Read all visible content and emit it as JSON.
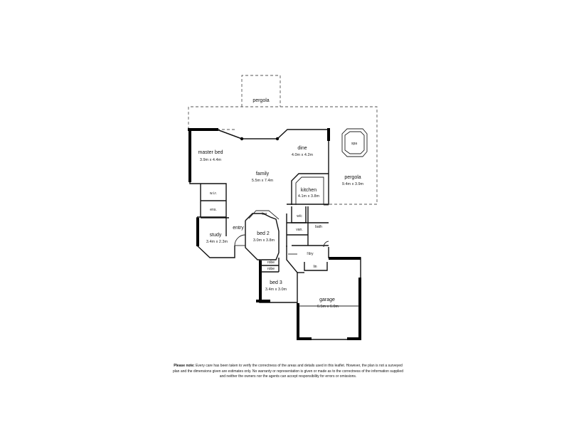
{
  "rooms": {
    "pergola_top": {
      "name": "pergola"
    },
    "pergola_right": {
      "name": "pergola",
      "dims": "9.4m x 3.9m"
    },
    "spa": {
      "name": "spa"
    },
    "master_bed": {
      "name": "master bed",
      "dims": "3.9m x 4.4m"
    },
    "dine": {
      "name": "dine",
      "dims": "4.0m x 4.2m"
    },
    "family": {
      "name": "family",
      "dims": "5.5m x 7.4m"
    },
    "kitchen": {
      "name": "kitchen",
      "dims": "4.1m x 3.8m"
    },
    "wir": {
      "name": "w.i.r."
    },
    "ens": {
      "name": "ens."
    },
    "bar": {
      "name": "bar"
    },
    "wc": {
      "name": "w/c"
    },
    "van": {
      "name": "van."
    },
    "bath": {
      "name": "bath"
    },
    "study": {
      "name": "study",
      "dims": "3.4m x 2.3m"
    },
    "entry": {
      "name": "entry"
    },
    "bed2": {
      "name": "bed 2",
      "dims": "3.0m x 3.8m"
    },
    "ldry": {
      "name": "l'dry"
    },
    "linen": {
      "name": "lin"
    },
    "robe1": {
      "name": "robe"
    },
    "robe2": {
      "name": "robe"
    },
    "bed3": {
      "name": "bed 3",
      "dims": "3.4m x 3.0m"
    },
    "garage": {
      "name": "garage",
      "dims": "6.5m x 6.0m"
    }
  },
  "disclaimer": {
    "lead": "Please note:",
    "text": "Every care has been taken to verify the correctness of the areas and details used in this leaflet. However, the plan is not a surveyed plan and the dimensions given are estimates only. No warranty or representation is given or made as to the correctness of the information supplied and neither the owners nor the agents can accept responsibility for errors or omissions."
  }
}
